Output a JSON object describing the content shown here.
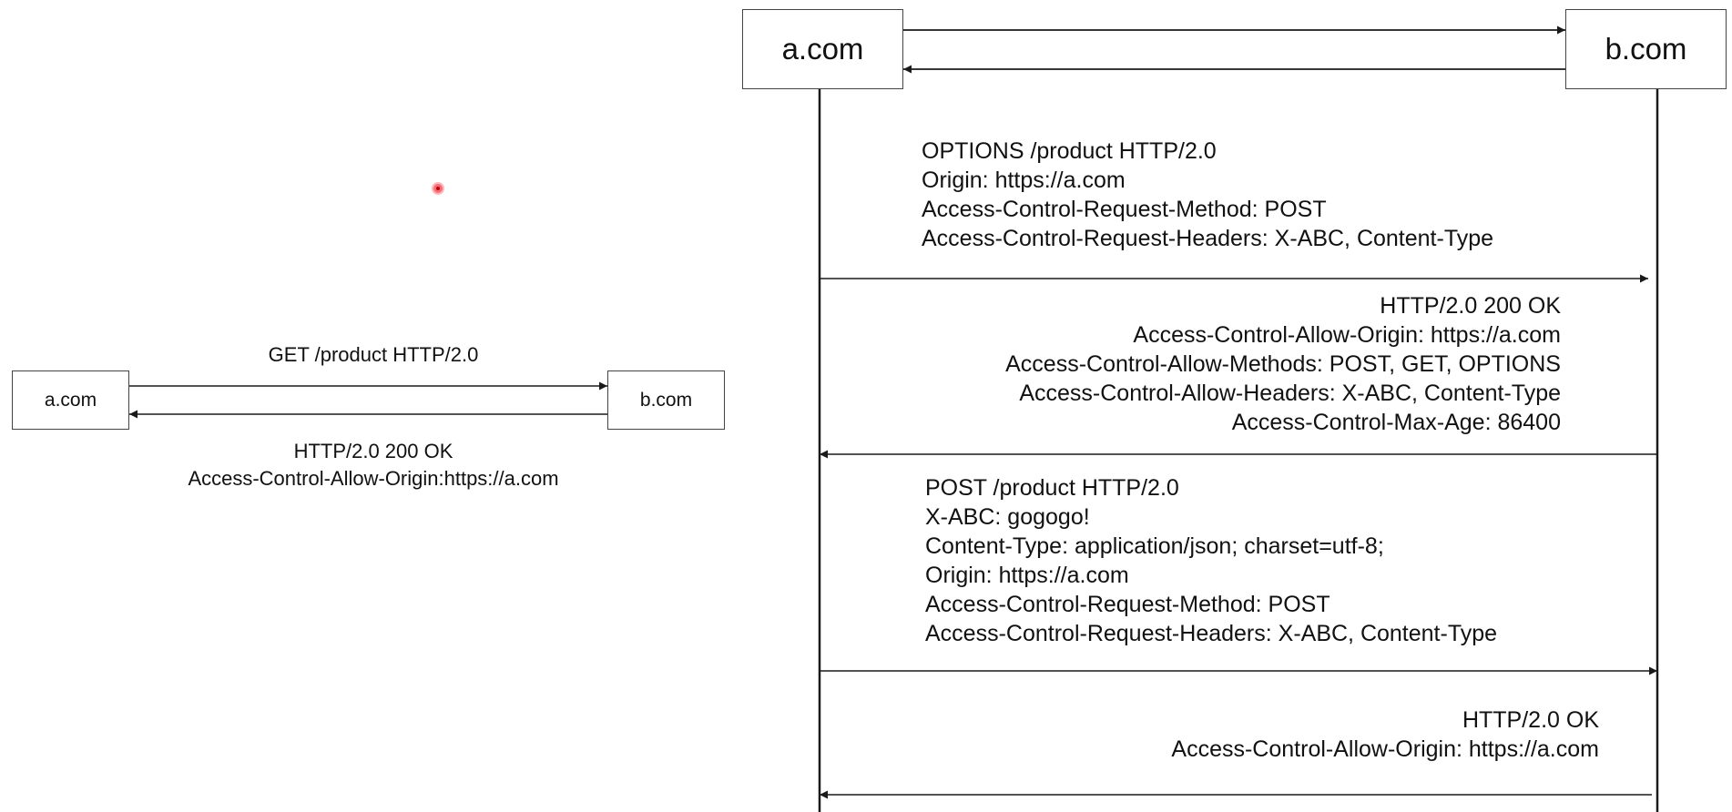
{
  "simple": {
    "client": "a.com",
    "server": "b.com",
    "request": [
      "GET /product HTTP/2.0"
    ],
    "response": [
      "HTTP/2.0 200 OK",
      "Access-Control-Allow-Origin:https://a.com"
    ]
  },
  "preflight": {
    "client": "a.com",
    "server": "b.com",
    "messages": [
      {
        "direction": "request",
        "lines": [
          "OPTIONS /product HTTP/2.0",
          "Origin: https://a.com",
          "Access-Control-Request-Method: POST",
          "Access-Control-Request-Headers: X-ABC, Content-Type"
        ]
      },
      {
        "direction": "response",
        "lines": [
          "HTTP/2.0 200 OK",
          "Access-Control-Allow-Origin: https://a.com",
          "Access-Control-Allow-Methods: POST, GET, OPTIONS",
          "Access-Control-Allow-Headers: X-ABC, Content-Type",
          "Access-Control-Max-Age: 86400"
        ]
      },
      {
        "direction": "request",
        "lines": [
          "POST /product HTTP/2.0",
          "X-ABC: gogogo!",
          "Content-Type: application/json; charset=utf-8;",
          "Origin: https://a.com",
          "Access-Control-Request-Method: POST",
          "Access-Control-Request-Headers: X-ABC, Content-Type"
        ]
      },
      {
        "direction": "response",
        "lines": [
          "HTTP/2.0 OK",
          "Access-Control-Allow-Origin: https://a.com"
        ]
      }
    ]
  },
  "colors": {
    "line": "#1a1a1a",
    "border": "#444444",
    "pointer": "#e8303a"
  }
}
